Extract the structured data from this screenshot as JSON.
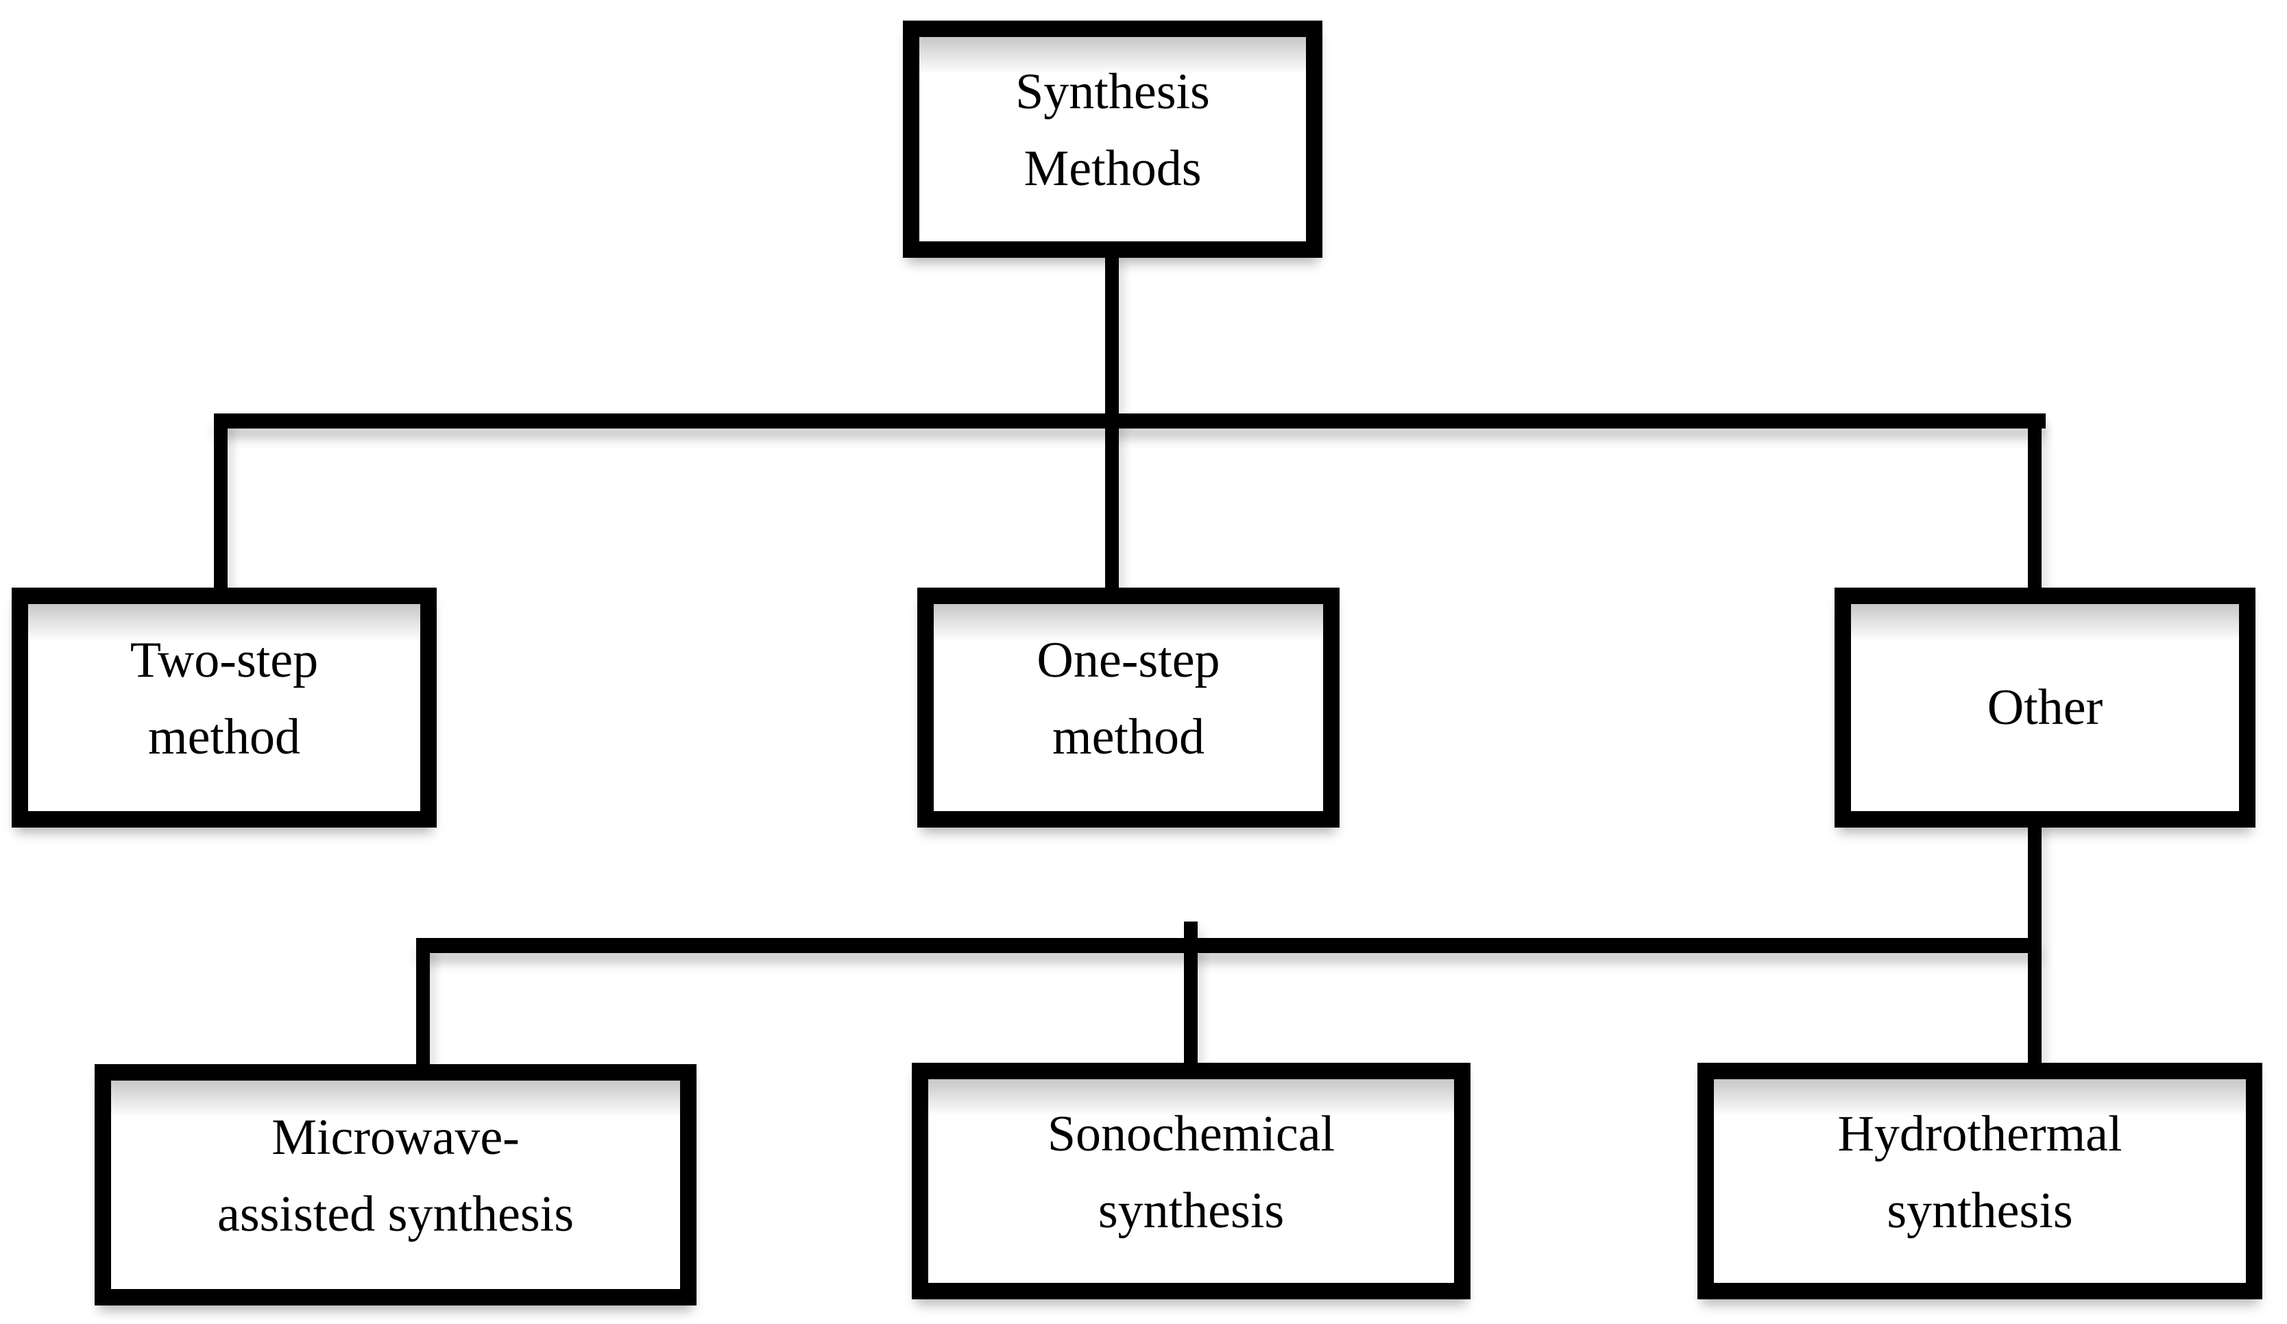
{
  "diagram": {
    "title": "Synthesis Methods",
    "colors": {
      "background": "#ffffff",
      "box_fill": "#ffffff",
      "box_border": "#000000",
      "connector": "#000000",
      "text": "#000000"
    },
    "nodes": {
      "root": {
        "id": "synthesis-methods",
        "label": "Synthesis Methods",
        "lines": [
          "Synthesis",
          "Methods"
        ]
      },
      "two_step": {
        "id": "two-step-method",
        "label": "Two-step method",
        "lines": [
          "Two-step",
          "method"
        ]
      },
      "one_step": {
        "id": "one-step-method",
        "label": "One-step method",
        "lines": [
          "One-step",
          "method"
        ]
      },
      "other": {
        "id": "other",
        "label": "Other",
        "lines": [
          "Other"
        ]
      },
      "microwave": {
        "id": "microwave-assisted-synthesis",
        "label": "Microwave-assisted synthesis",
        "lines": [
          "Microwave-",
          "assisted synthesis"
        ]
      },
      "sonochemical": {
        "id": "sonochemical-synthesis",
        "label": "Sonochemical synthesis",
        "lines": [
          "Sonochemical",
          "synthesis"
        ]
      },
      "hydrothermal": {
        "id": "hydrothermal-synthesis",
        "label": "Hydrothermal synthesis",
        "lines": [
          "Hydrothermal",
          "synthesis"
        ]
      }
    },
    "edges": [
      {
        "from": "Synthesis Methods",
        "to": "Two-step method"
      },
      {
        "from": "Synthesis Methods",
        "to": "One-step method"
      },
      {
        "from": "Synthesis Methods",
        "to": "Other"
      },
      {
        "from": "Other",
        "to": "Microwave-assisted synthesis"
      },
      {
        "from": "Other",
        "to": "Sonochemical synthesis"
      },
      {
        "from": "Other",
        "to": "Hydrothermal synthesis"
      }
    ]
  }
}
